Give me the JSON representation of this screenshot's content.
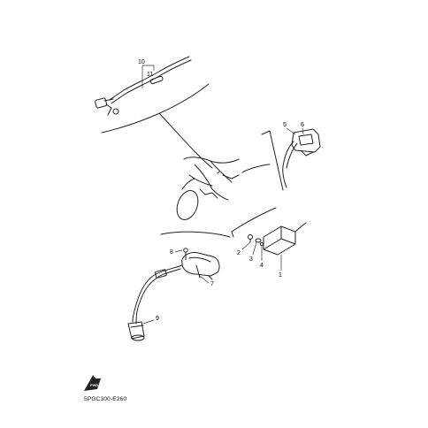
{
  "callouts": {
    "c1": "1",
    "c2": "2",
    "c3": "3",
    "c4": "4",
    "c5": "5",
    "c6": "6",
    "c7": "7",
    "c8": "8",
    "c9": "9",
    "c10": "10",
    "c11": "11"
  },
  "fwd_label": "FWD",
  "diagram_code": "5PGC300-E260"
}
